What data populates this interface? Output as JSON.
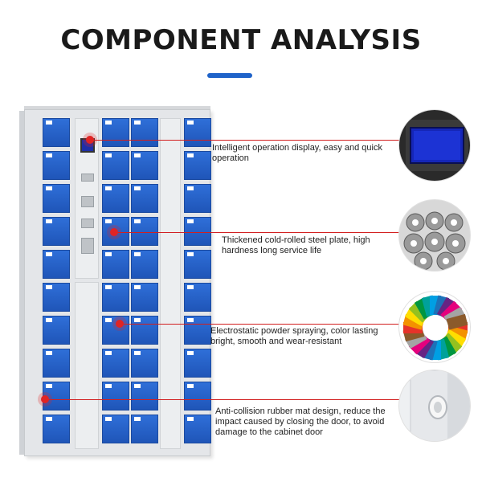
{
  "title": "COMPONENT ANALYSIS",
  "colors": {
    "accent": "#1f63c9",
    "door_blue": "#2463cc",
    "callout_red": "#d21f1f"
  },
  "features": [
    {
      "text": "Intelligent operation display, easy and quick operation",
      "icon": "display-screen-icon"
    },
    {
      "text": "Thickened cold-rolled steel plate, high hardness long service life",
      "icon": "steel-rolls-icon"
    },
    {
      "text": "Electrostatic powder spraying, color lasting bright, smooth and wear-resistant",
      "icon": "color-swatch-wheel-icon"
    },
    {
      "text": "Anti-collision rubber mat design, reduce the impact caused by closing the door, to avoid damage to the cabinet door",
      "icon": "rubber-mat-icon"
    }
  ]
}
